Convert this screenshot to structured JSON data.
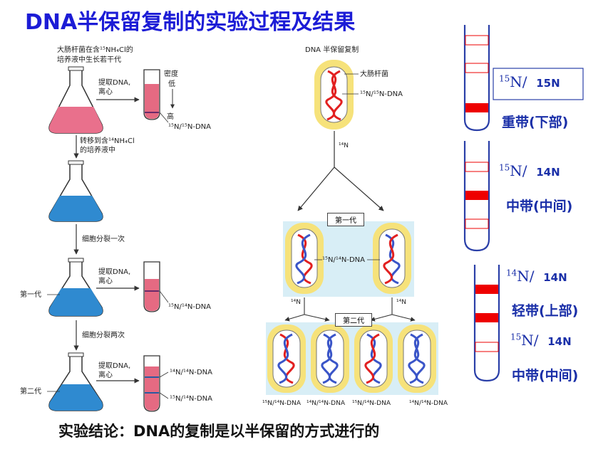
{
  "title": "DNA半保留复制的实验过程及结果",
  "left_panel": {
    "grow_caption_line1": "大肠杆菌在含¹⁵NH₄Cl的",
    "grow_caption_line2": "培养液中生长若干代",
    "extract_label_line1": "提取DNA,",
    "extract_label_line2": "离心",
    "density_line1": "密度",
    "density_low": "低",
    "density_high": "高",
    "tube1_band": "¹⁵N/¹⁵N-DNA",
    "transfer_line1": "转移到含¹⁴NH₄Cl",
    "transfer_line2": "的培养液中",
    "divide_once": "细胞分裂一次",
    "gen1_label": "第一代",
    "tube2_band": "¹⁵N/¹⁴N-DNA",
    "divide_twice": "细胞分裂两次",
    "gen2_label": "第二代",
    "tube3_band_top": "¹⁴N/¹⁴N-DNA",
    "tube3_band_bottom": "¹⁵N/¹⁴N-DNA"
  },
  "middle_panel": {
    "heading": "DNA 半保留复制",
    "ecoli_label": "大肠杆菌",
    "parent_dna": "¹⁵N/¹⁵N-DNA",
    "medium": "¹⁴N",
    "gen1_box": "第一代",
    "gen1_dna": "¹⁵N/¹⁴N-DNA",
    "medium_left": "¹⁴N",
    "medium_right": "¹⁴N",
    "gen2_box": "第二代",
    "gen2_labels": [
      "¹⁵N/¹⁴N-DNA",
      "¹⁴N/¹⁴N-DNA",
      "¹⁵N/¹⁴N-DNA",
      "¹⁴N/¹⁴N-DNA"
    ]
  },
  "right_panel": {
    "tube1_iso_a": "15",
    "tube1_iso_b": "N/",
    "tube1_iso_c": "15N",
    "tube1_label": "重带(下部)",
    "tube2_iso_a": "15",
    "tube2_iso_b": "N/",
    "tube2_iso_c": "14N",
    "tube2_label": "中带(中间)",
    "tube3_iso1_a": "14",
    "tube3_iso1_b": "N/",
    "tube3_iso1_c": "14N",
    "tube3_label1": "轻带(上部)",
    "tube3_iso2_a": "15",
    "tube3_iso2_b": "N/",
    "tube3_iso2_c": "14N",
    "tube3_label2": "中带(中间)"
  },
  "conclusion": "实验结论：DNA的复制是以半保留的方式进行的",
  "colors": {
    "title": "#1c1cd6",
    "band": "#ee0000",
    "heavy": "#e33a5a",
    "light": "#2f7fd0",
    "cell": "#f6e27a",
    "panel": "#d8eef6"
  }
}
